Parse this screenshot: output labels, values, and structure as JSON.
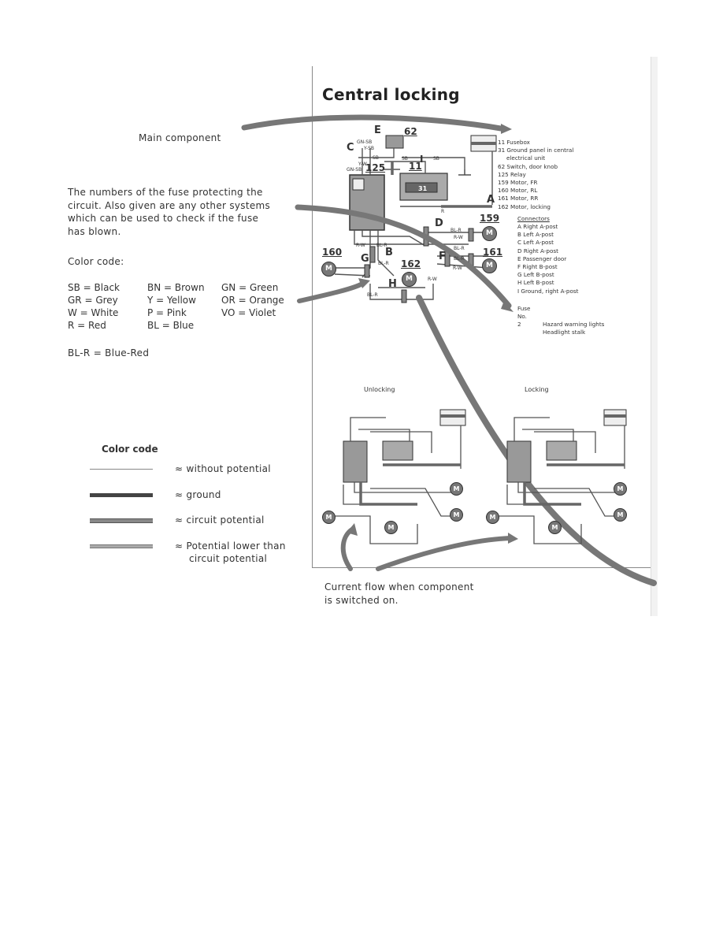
{
  "title": "Central locking",
  "annotations": {
    "main_component": "Main component",
    "fuse_note": [
      "The numbers of the fuse protecting the",
      "circuit. Also given are any other systems",
      "which can be used to check if the fuse",
      "has blown."
    ],
    "color_code_heading": "Color code:",
    "color_codes": [
      [
        "SB = Black",
        "BN = Brown",
        "GN = Green"
      ],
      [
        "GR = Grey",
        "Y = Yellow",
        "OR = Orange"
      ],
      [
        "W = White",
        "P = Pink",
        "VO = Violet"
      ],
      [
        "R = Red",
        "BL = Blue",
        ""
      ]
    ],
    "combo_example": "BL-R = Blue-Red",
    "current_flow": [
      "Current flow when component",
      "is switched on."
    ]
  },
  "legend": {
    "heading": "Color code",
    "items": [
      {
        "label": "≈ without potential",
        "style": "thin"
      },
      {
        "label": "≈ ground",
        "style": "thick"
      },
      {
        "label": "≈ circuit potential",
        "style": "medium"
      },
      {
        "label": "≈ Potential lower than",
        "label2": "circuit potential",
        "style": "light"
      }
    ]
  },
  "components": [
    "11 Fusebox",
    "31 Ground panel in central",
    "electrical unit",
    "62 Switch, door knob",
    "125 Relay",
    "159 Motor, FR",
    "160 Motor, RL",
    "161 Motor, RR",
    "162 Motor, locking"
  ],
  "connectors_heading": "Connectors",
  "connectors": [
    "A  Right A-post",
    "B  Left A-post",
    "C  Left A-post",
    "D  Right A-post",
    "E  Passenger door",
    "F  Right B-post",
    "G  Left B-post",
    "H  Left B-post",
    "I  Ground, right A-post"
  ],
  "fuse": {
    "heading": "Fuse",
    "sub": "No.",
    "number": "2",
    "desc1": "Hazard warning lights",
    "desc2": "Headlight stalk"
  },
  "diagram_labels": {
    "f62": "62",
    "E": "E",
    "C": "C",
    "n125": "125",
    "n11": "11",
    "n31": "31",
    "A": "A",
    "D": "D",
    "n159": "159",
    "B": "B",
    "F": "F",
    "n161": "161",
    "n160": "160",
    "G": "G",
    "n162": "162",
    "H": "H",
    "I": "I",
    "motor": "M"
  },
  "wire_labels": [
    "GN-SB",
    "Y-SB",
    "SB",
    "GN-SB",
    "Y-W",
    "SB",
    "SB",
    "R",
    "BL-R",
    "R-W",
    "BL-R",
    "R-W",
    "BL-R",
    "R-W",
    "BL-R",
    "R-W",
    "BL-R",
    "BL-R"
  ],
  "sub_diagrams": {
    "unlocking": "Unlocking",
    "locking": "Locking"
  }
}
